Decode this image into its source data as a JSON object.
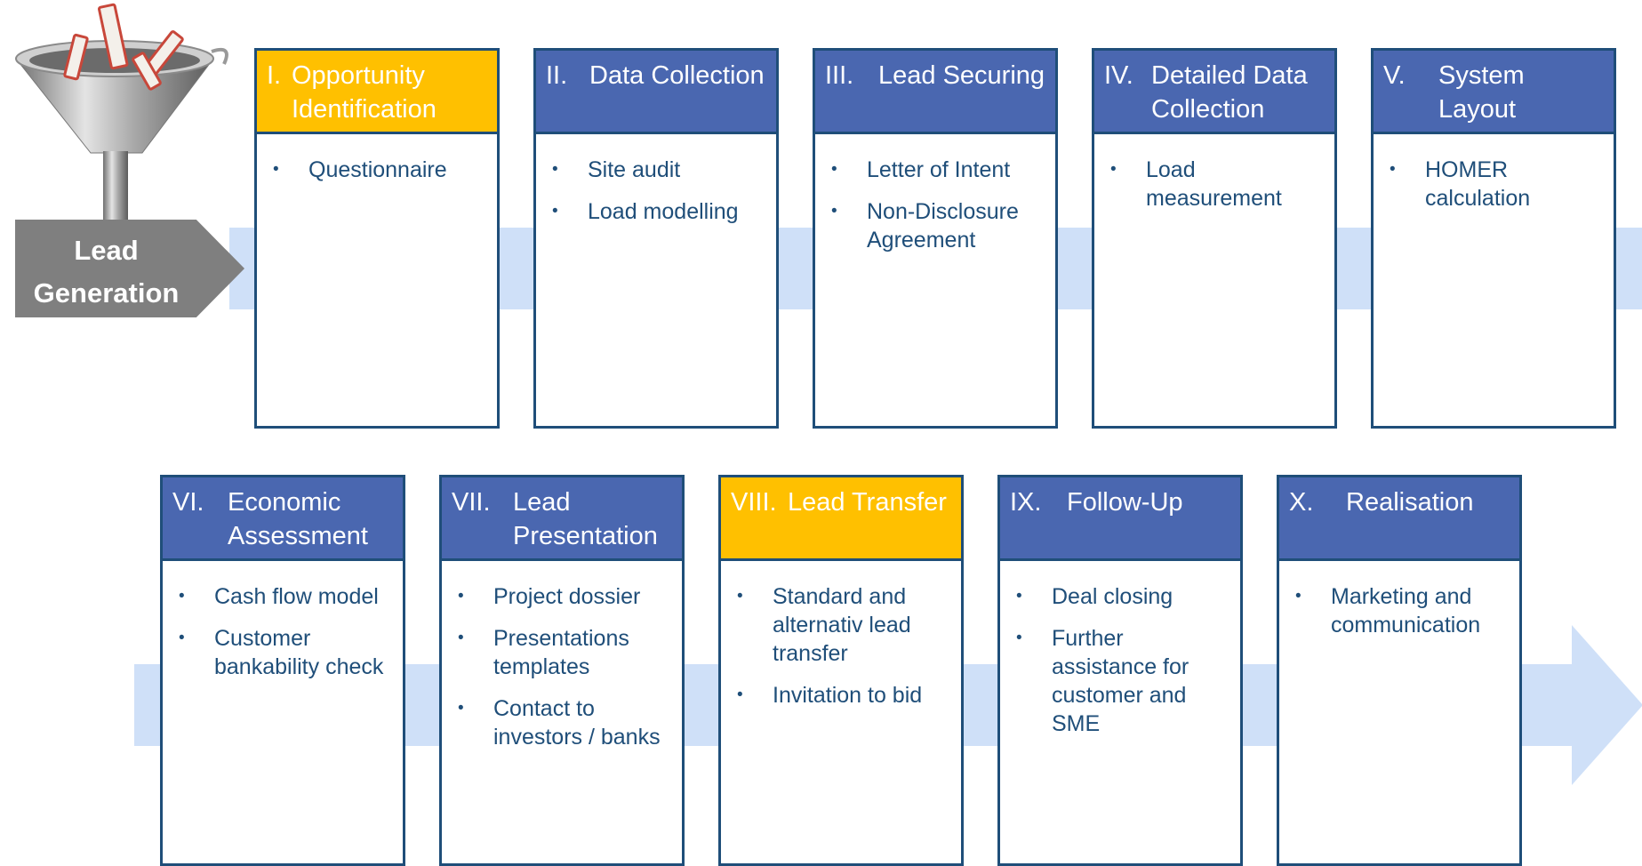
{
  "lead_generation": {
    "line1": "Lead",
    "line2": "Generation"
  },
  "colors": {
    "header_blue": "#4a67b0",
    "header_gold": "#ffc000",
    "border": "#1f4e79",
    "band": "#cfe0f8",
    "lead_tab": "#7f7f7f"
  },
  "row1": [
    {
      "num": "I.",
      "title": "Opportunity Identification",
      "highlight": true,
      "bullets": [
        "Questionnaire"
      ]
    },
    {
      "num": "II.",
      "title": "Data Collection",
      "highlight": false,
      "bullets": [
        "Site audit",
        "Load modelling"
      ]
    },
    {
      "num": "III.",
      "title": "Lead Securing",
      "highlight": false,
      "bullets": [
        "Letter of Intent",
        "Non-Disclosure Agreement"
      ]
    },
    {
      "num": "IV.",
      "title": "Detailed Data Collection",
      "highlight": false,
      "bullets": [
        "Load measurement"
      ]
    },
    {
      "num": "V.",
      "title": "System Layout",
      "highlight": false,
      "bullets": [
        "HOMER calculation"
      ]
    }
  ],
  "row2": [
    {
      "num": "VI.",
      "title": "Economic Assessment",
      "highlight": false,
      "bullets": [
        "Cash flow model",
        "Customer bankability check"
      ]
    },
    {
      "num": "VII.",
      "title": "Lead Presentation",
      "highlight": false,
      "bullets": [
        "Project dossier",
        "Presentations templates",
        "Contact to investors / banks"
      ]
    },
    {
      "num": "VIII.",
      "title": "Lead Transfer",
      "highlight": true,
      "bullets": [
        "Standard and alternativ lead transfer",
        "Invitation to bid"
      ]
    },
    {
      "num": "IX.",
      "title": "Follow-Up",
      "highlight": false,
      "bullets": [
        "Deal closing",
        "Further assistance for customer and SME"
      ]
    },
    {
      "num": "X.",
      "title": "Realisation",
      "highlight": false,
      "bullets": [
        "Marketing and communication"
      ]
    }
  ]
}
